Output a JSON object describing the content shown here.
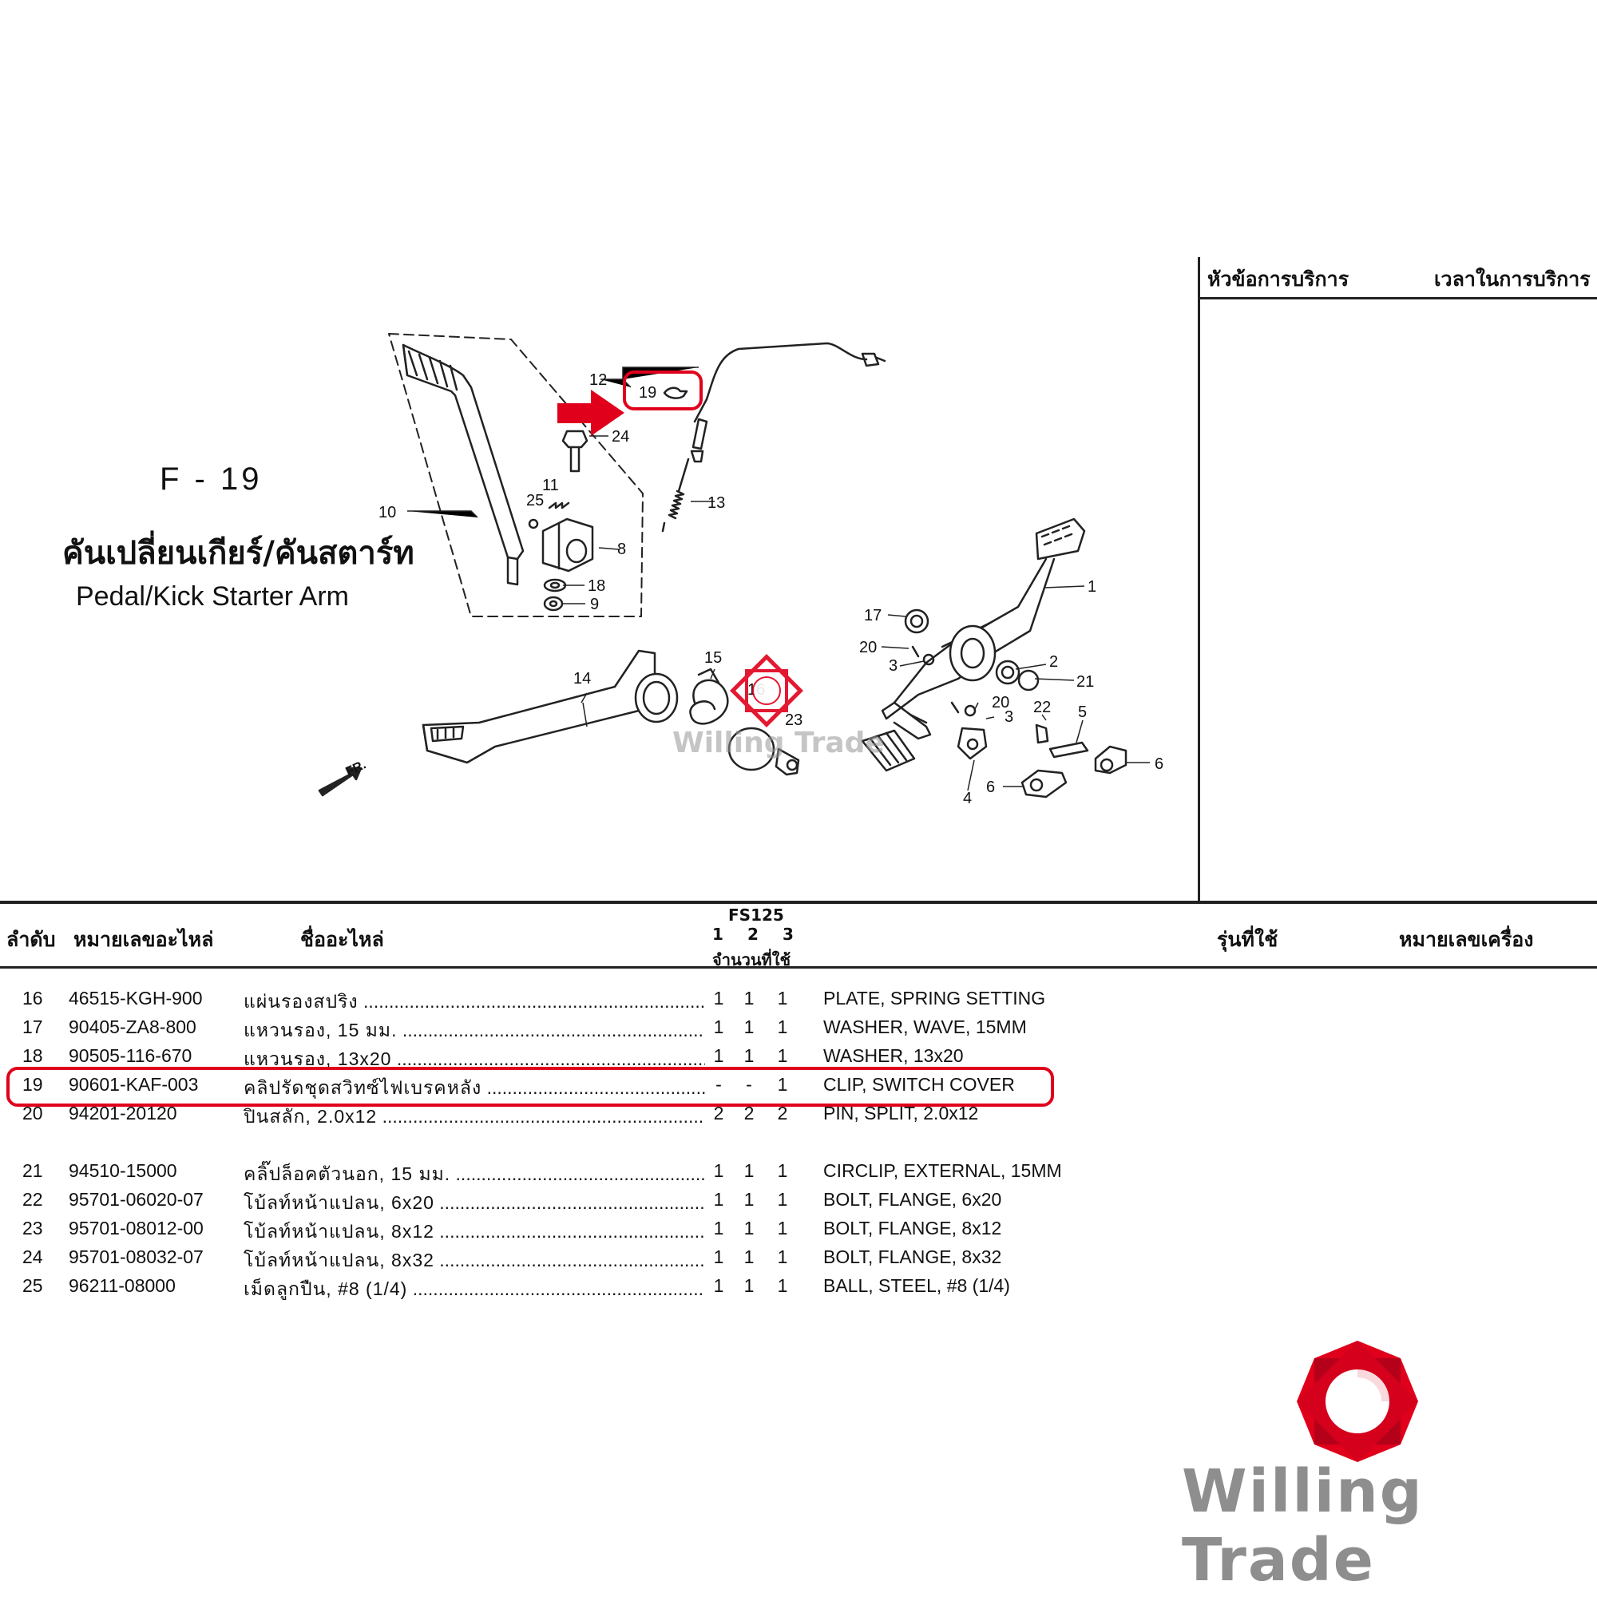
{
  "service_panel": {
    "topic_header": "หัวข้อการบริการ",
    "time_header": "เวลาในการบริการ"
  },
  "figure": {
    "code": "F - 19",
    "title_th": "คันเปลี่ยนเกียร์/คันสตาร์ท",
    "title_en": "Pedal/Kick Starter Arm",
    "callouts": [
      "1",
      "2",
      "3",
      "3",
      "4",
      "5",
      "6",
      "6",
      "8",
      "9",
      "10",
      "11",
      "12",
      "13",
      "14",
      "15",
      "16",
      "17",
      "18",
      "19",
      "20",
      "20",
      "21",
      "22",
      "23",
      "24",
      "25"
    ],
    "fr_label": "FR."
  },
  "table": {
    "headers": {
      "no": "ลำดับ",
      "part_no": "หมายเลขอะไหล่",
      "name": "ชื่ออะไหล่",
      "model": "FS125",
      "col1": "1",
      "col2": "2",
      "col3": "3",
      "qty": "จำนวนที่ใช้",
      "applicable": "รุ่นที่ใช้",
      "engine_no": "หมายเลขเครื่อง"
    },
    "rows": [
      {
        "no": "16",
        "part_no": "46515-KGH-900",
        "name_th": "แผ่นรองสปริง",
        "q1": "1",
        "q2": "1",
        "q3": "1",
        "name_en": "PLATE, SPRING SETTING"
      },
      {
        "no": "17",
        "part_no": "90405-ZA8-800",
        "name_th": "แหวนรอง, 15 มม.",
        "q1": "1",
        "q2": "1",
        "q3": "1",
        "name_en": "WASHER, WAVE, 15MM"
      },
      {
        "no": "18",
        "part_no": "90505-116-670",
        "name_th": "แหวนรอง, 13x20",
        "q1": "1",
        "q2": "1",
        "q3": "1",
        "name_en": "WASHER, 13x20"
      },
      {
        "no": "19",
        "part_no": "90601-KAF-003",
        "name_th": "คลิปรัดชุดสวิทซ์ไฟเบรคหลัง",
        "q1": "-",
        "q2": "-",
        "q3": "1",
        "name_en": "CLIP, SWITCH COVER"
      },
      {
        "no": "20",
        "part_no": "94201-20120",
        "name_th": "ปิ่นสลัก, 2.0x12",
        "q1": "2",
        "q2": "2",
        "q3": "2",
        "name_en": "PIN, SPLIT, 2.0x12"
      },
      {
        "no": "21",
        "part_no": "94510-15000",
        "name_th": "คลิ๊ปล็อคตัวนอก, 15 มม.",
        "q1": "1",
        "q2": "1",
        "q3": "1",
        "name_en": "CIRCLIP, EXTERNAL, 15MM"
      },
      {
        "no": "22",
        "part_no": "95701-06020-07",
        "name_th": "โบ้ลท์หน้าแปลน, 6x20",
        "q1": "1",
        "q2": "1",
        "q3": "1",
        "name_en": "BOLT, FLANGE, 6x20"
      },
      {
        "no": "23",
        "part_no": "95701-08012-00",
        "name_th": "โบ้ลท์หน้าแปลน, 8x12",
        "q1": "1",
        "q2": "1",
        "q3": "1",
        "name_en": "BOLT, FLANGE, 8x12"
      },
      {
        "no": "24",
        "part_no": "95701-08032-07",
        "name_th": "โบ้ลท์หน้าแปลน, 8x32",
        "q1": "1",
        "q2": "1",
        "q3": "1",
        "name_en": "BOLT, FLANGE, 8x32"
      },
      {
        "no": "25",
        "part_no": "96211-08000",
        "name_th": "เม็ดลูกปืน, #8 (1/4)",
        "q1": "1",
        "q2": "1",
        "q3": "1",
        "name_en": "BALL, STEEL, #8 (1/4)"
      }
    ],
    "highlighted_row": "19"
  },
  "brand": {
    "name": "Willing Trade",
    "accent": "#e0001b",
    "text_gray": "#8e8e8e"
  }
}
